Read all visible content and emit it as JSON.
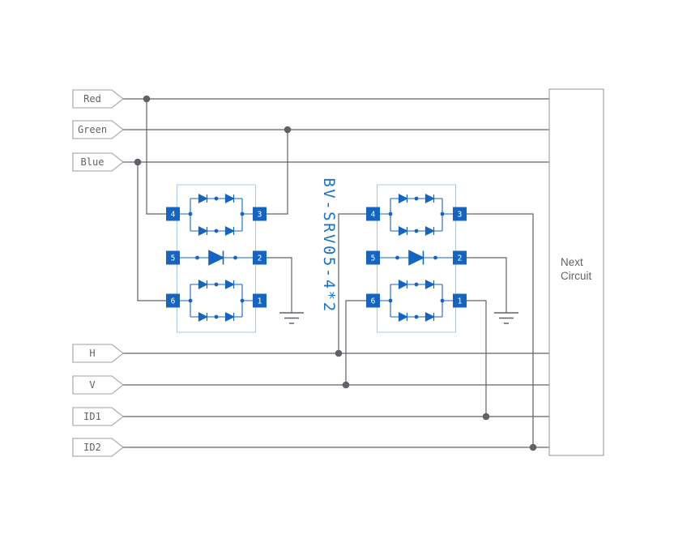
{
  "diagram": {
    "signals": [
      {
        "id": "red",
        "label": "Red"
      },
      {
        "id": "green",
        "label": "Green"
      },
      {
        "id": "blue",
        "label": "Blue"
      },
      {
        "id": "h",
        "label": "H"
      },
      {
        "id": "v",
        "label": "V"
      },
      {
        "id": "id1",
        "label": "ID1"
      },
      {
        "id": "id2",
        "label": "ID2"
      }
    ],
    "chip_label": "BV-SRV05-4*2",
    "next_circuit": {
      "line1": "Next",
      "line2": "Circuit"
    },
    "pins": {
      "p1": "1",
      "p2": "2",
      "p3": "3",
      "p4": "4",
      "p5": "5",
      "p6": "6"
    },
    "colors": {
      "wire": "#5f6368",
      "component_blue": "#1565c0",
      "body_border": "#aac8e4",
      "label_text": "#5f6368",
      "chip_label_blue": "#1a73c8",
      "tag_border": "#9aa0a6"
    }
  }
}
